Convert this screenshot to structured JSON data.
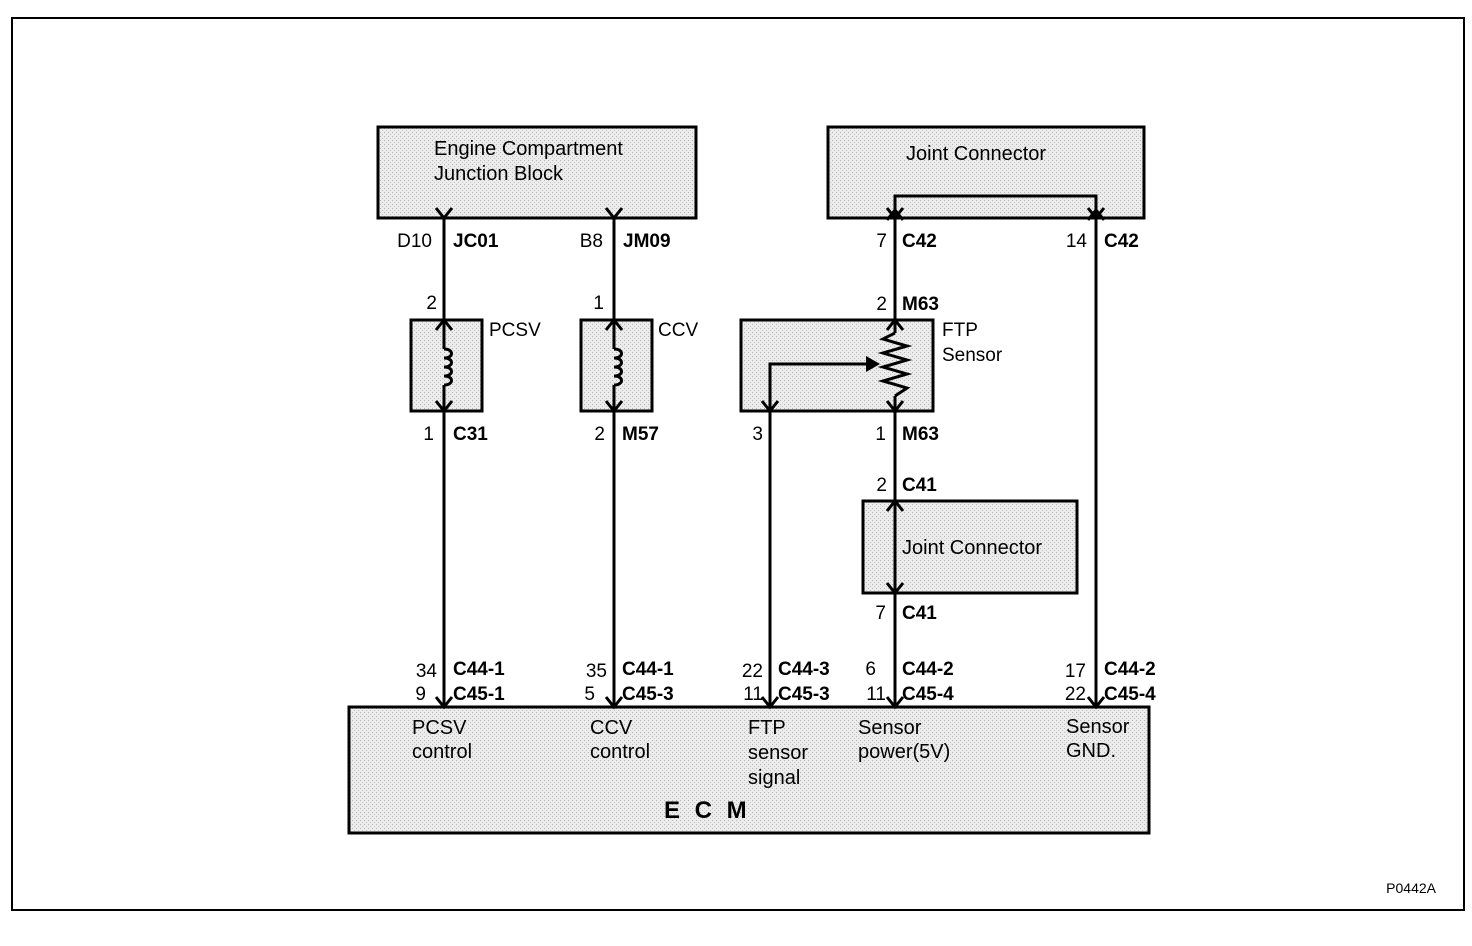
{
  "diagram_id": "P0442A",
  "colors": {
    "box_fill": "#e9e9e9",
    "line": "#000000",
    "background": "#ffffff"
  },
  "junction_block": {
    "line1": "Engine Compartment",
    "line2": "Junction Block"
  },
  "joint_connector_top": {
    "label": "Joint Connector"
  },
  "joint_connector_mid": {
    "label": "Joint Connector"
  },
  "pcsv": {
    "name": "PCSV",
    "top_pin": "D10",
    "top_conn": "JC01",
    "in_pin": "2",
    "out_pin": "1",
    "out_conn": "C31",
    "ecm_pin1": "34",
    "ecm_conn1": "C44-1",
    "ecm_pin2": "9",
    "ecm_conn2": "C45-1",
    "ecm_line1": "PCSV",
    "ecm_line2": "control"
  },
  "ccv": {
    "name": "CCV",
    "top_pin": "B8",
    "top_conn": "JM09",
    "in_pin": "1",
    "out_pin": "2",
    "out_conn": "M57",
    "ecm_pin1": "35",
    "ecm_conn1": "C44-1",
    "ecm_pin2": "5",
    "ecm_conn2": "C45-3",
    "ecm_line1": "CCV",
    "ecm_line2": "control"
  },
  "ftp_sensor": {
    "line1": "FTP",
    "line2": "Sensor",
    "jc_pin": "7",
    "jc_conn": "C42",
    "in_pin": "2",
    "in_conn": "M63",
    "sig_pin": "3",
    "out_pin": "1",
    "out_conn": "M63",
    "sig_ecm_pin1": "22",
    "sig_ecm_conn1": "C44-3",
    "sig_ecm_pin2": "11",
    "sig_ecm_conn2": "C45-3",
    "sig_line1": "FTP",
    "sig_line2": "sensor",
    "sig_line3": "signal"
  },
  "sensor_power": {
    "jc_in_pin": "2",
    "jc_in_conn": "C41",
    "jc_out_pin": "7",
    "jc_out_conn": "C41",
    "ecm_pin1": "6",
    "ecm_conn1": "C44-2",
    "ecm_pin2": "11",
    "ecm_conn2": "C45-4",
    "ecm_line1": "Sensor",
    "ecm_line2": "power(5V)"
  },
  "sensor_gnd": {
    "jc_pin": "14",
    "jc_conn": "C42",
    "ecm_pin1": "17",
    "ecm_conn1": "C44-2",
    "ecm_pin2": "22",
    "ecm_conn2": "C45-4",
    "ecm_line1": "Sensor",
    "ecm_line2": "GND."
  },
  "ecm": {
    "label": "E C M"
  }
}
